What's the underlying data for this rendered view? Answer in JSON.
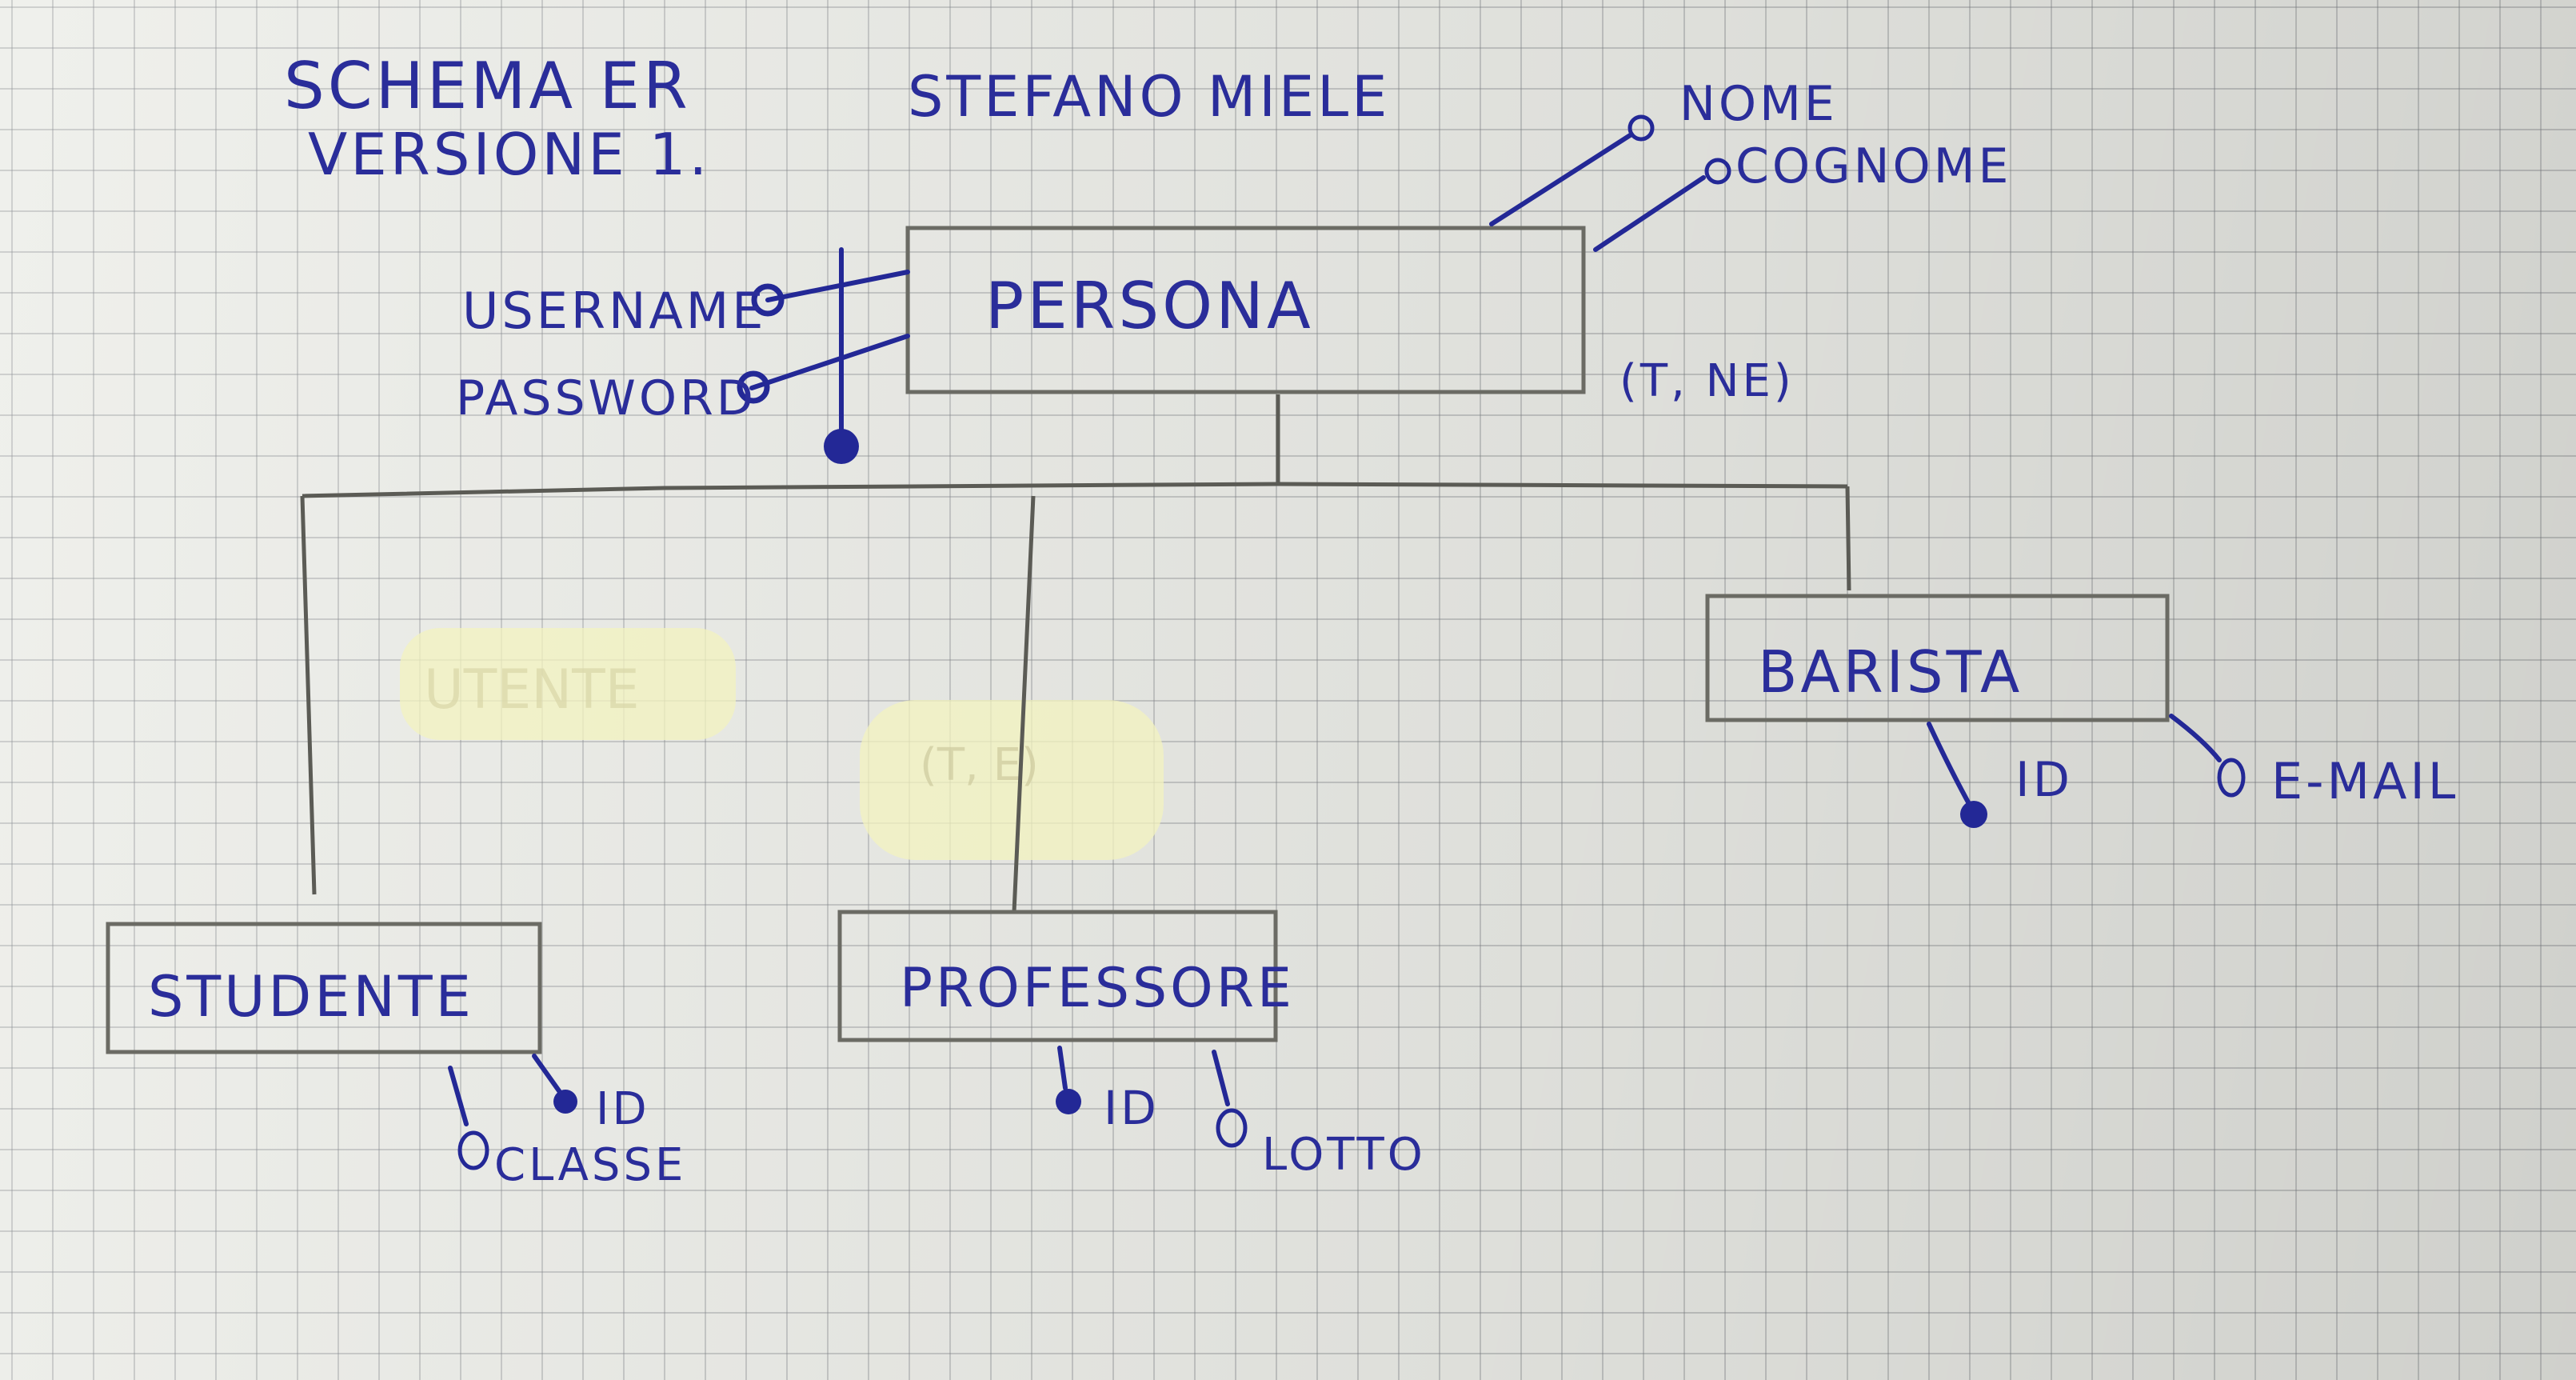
{
  "title": {
    "line1": "SCHEMA ER",
    "line2": "VERSIONE 1.",
    "author": "STEFANO MIELE"
  },
  "entities": {
    "persona": "PERSONA",
    "barista": "BARISTA",
    "studente": "STUDENTE",
    "professore": "PROFESSORE"
  },
  "attributes": {
    "persona_nome": "NOME",
    "persona_cognome": "COGNOME",
    "persona_username": "USERNAME",
    "persona_password": "PASSWORD",
    "barista_id": "ID",
    "barista_email": "E-MAIL",
    "studente_id": "ID",
    "studente_classe": "CLASSE",
    "professore_id": "ID",
    "professore_lotto": "LOTTO"
  },
  "generalization_label": "(T, NE)",
  "erased_notes": {
    "note1": "UTENTE",
    "note2": "(T, E)"
  },
  "colors": {
    "ink": "#232896",
    "pencil": "#5b5b55",
    "paper": "#ecede8",
    "highlight": "#f3f3bf"
  }
}
